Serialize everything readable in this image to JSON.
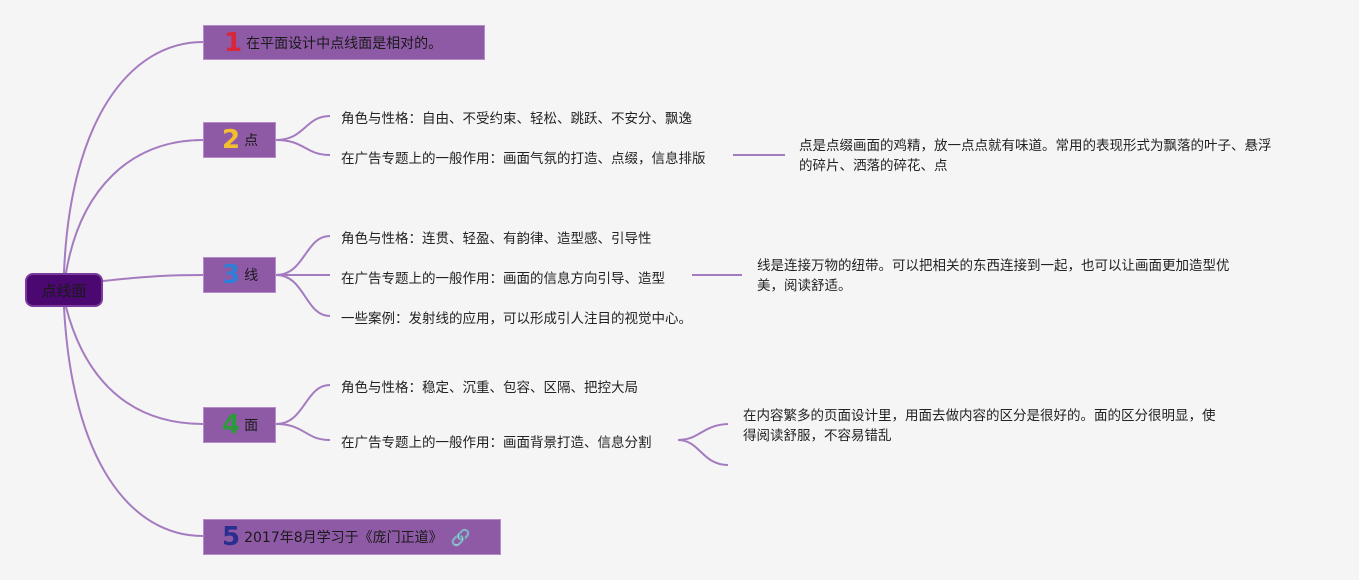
{
  "root": {
    "label": "点线面"
  },
  "branches": [
    {
      "num": "1",
      "numColor": "#d8273a",
      "label": "在平面设计中点线面是相对的。"
    },
    {
      "num": "2",
      "numColor": "#f2c02e",
      "label": "点",
      "leaves": [
        "角色与性格：自由、不受约束、轻松、跳跃、不安分、飘逸",
        "在广告专题上的一般作用：画面气氛的打造、点缀，信息排版"
      ],
      "note": [
        "点是点缀画面的鸡精，放一点点就有味道。常用的表现形式为飘落的叶子、悬浮",
        "的碎片、洒落的碎花、点"
      ]
    },
    {
      "num": "3",
      "numColor": "#2f7fd6",
      "label": "线",
      "leaves": [
        "角色与性格：连贯、轻盈、有韵律、造型感、引导性",
        "在广告专题上的一般作用：画面的信息方向引导、造型",
        "一些案例：发射线的应用，可以形成引人注目的视觉中心。"
      ],
      "note": [
        "线是连接万物的纽带。可以把相关的东西连接到一起，也可以让画面更加造型优",
        "美，阅读舒适。"
      ]
    },
    {
      "num": "4",
      "numColor": "#2d9a3a",
      "label": "面",
      "leaves": [
        "角色与性格：稳定、沉重、包容、区隔、把控大局",
        "在广告专题上的一般作用：画面背景打造、信息分割"
      ],
      "note": [
        "在内容繁多的页面设计里，用面去做内容的区分是很好的。面的区分很明显，使",
        "得阅读舒服，不容易错乱"
      ]
    },
    {
      "num": "5",
      "numColor": "#2a2f8f",
      "label": "2017年8月学习于《庞门正道》",
      "icon": "link-icon"
    }
  ],
  "colors": {
    "connector": "#a57bc0",
    "node": "#8e5aa6",
    "root": "#4a0870"
  }
}
